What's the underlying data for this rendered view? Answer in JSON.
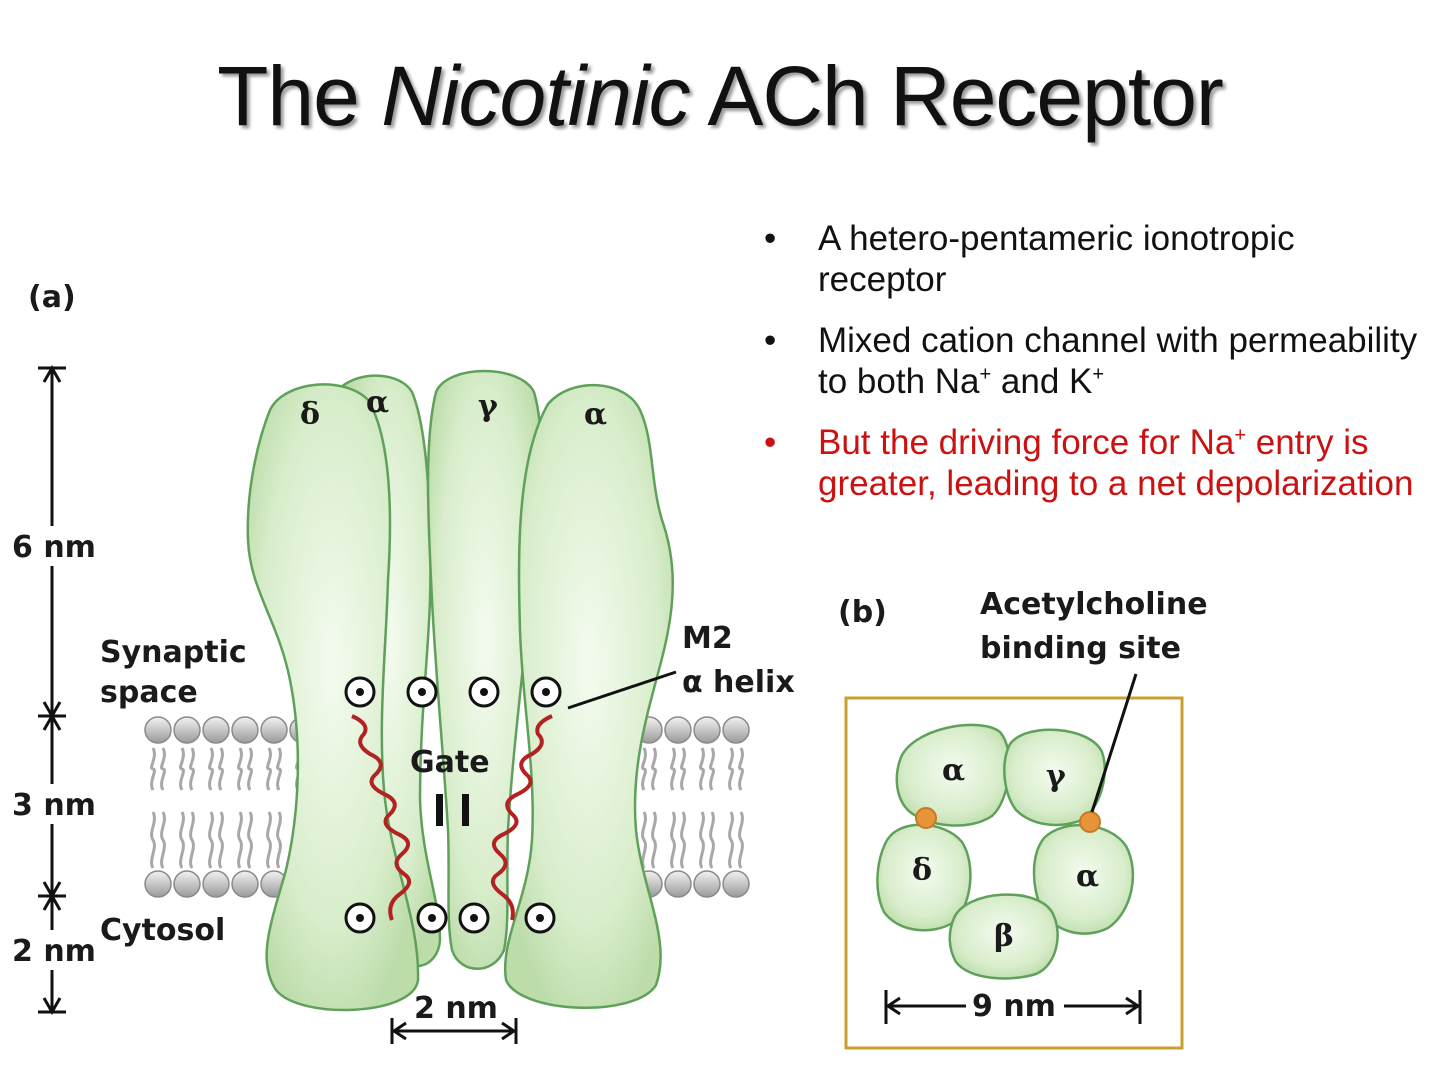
{
  "title": {
    "part1": "The ",
    "italic": "Nicotinic",
    "part2": " ACh Receptor"
  },
  "bullets": [
    {
      "marker": "•",
      "text": "A hetero-pentameric ionotropic receptor"
    },
    {
      "marker": "•",
      "text_before": "Mixed cation channel with permeability to both Na",
      "sup1": "+",
      "text_mid": " and K",
      "sup2": "+"
    },
    {
      "marker": "•",
      "text_before": "But the driving force for Na",
      "sup1": "+",
      "text_after": " entry is greater, leading to a net depolarization"
    }
  ],
  "panel_a": {
    "label": "(a)",
    "scale": {
      "top": "6 nm",
      "middle": "3 nm",
      "bottom": "2 nm"
    },
    "synaptic_space": [
      "Synaptic",
      "space"
    ],
    "cytosol": "Cytosol",
    "subunits": [
      "δ",
      "α",
      "γ",
      "α"
    ],
    "m2": [
      "M2",
      "α helix"
    ],
    "gate": "Gate",
    "pore_width": "2 nm"
  },
  "panel_b": {
    "label": "(b)",
    "binding_site": [
      "Acetylcholine",
      "binding site"
    ],
    "subunits": {
      "top_left": "α",
      "top_right": "γ",
      "left": "δ",
      "right": "α",
      "bottom": "β"
    },
    "width": "9 nm"
  },
  "colors": {
    "subunit_fill": "#d6ecc8",
    "subunit_stroke": "#5fa05a",
    "helix": "#b22222",
    "binding_dot": "#e8953a",
    "frame": "#c9a030",
    "bullet_red": "#cc1111"
  }
}
